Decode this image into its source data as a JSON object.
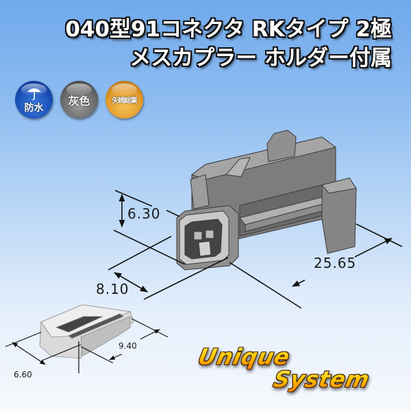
{
  "title": {
    "line1": "040型91コネクタ RKタイプ 2極",
    "line2": "メスカプラー ホルダー付属"
  },
  "badges": [
    {
      "label": "防水",
      "icon": "umbrella-icon",
      "color": "#1a4fb8"
    },
    {
      "label": "灰色",
      "icon": "",
      "color": "#6b6b6b"
    },
    {
      "label": "矢崎総業",
      "icon": "",
      "color": "#e39a2a"
    }
  ],
  "connector": {
    "part": "female-coupler",
    "body_color": "#8a8a8a",
    "dimensions": {
      "height": "6.30",
      "width": "8.10",
      "length": "25.65"
    }
  },
  "holder": {
    "part": "holder",
    "body_color": "#c9c9c9",
    "dimensions": {
      "width": "6.60",
      "length": "9.40"
    }
  },
  "logo": {
    "line1": "Unique",
    "line2": "System"
  }
}
